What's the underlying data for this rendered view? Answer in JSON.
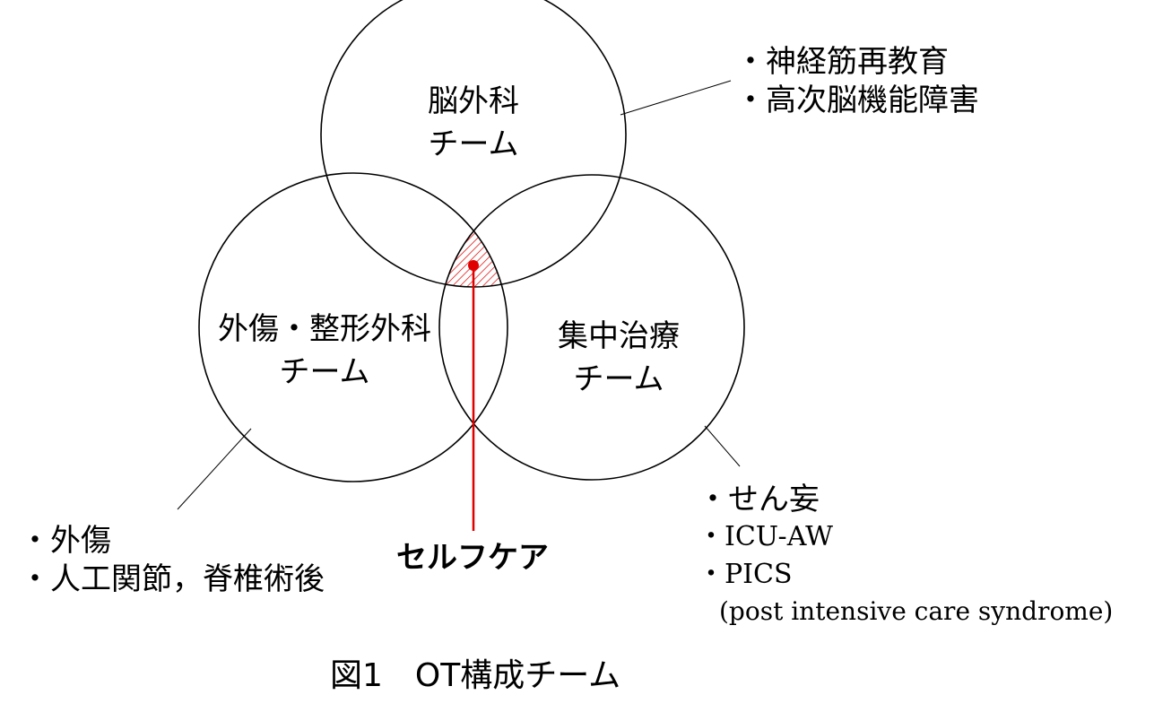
{
  "circles": {
    "top": {
      "line1": "脳外科",
      "line2": "チーム"
    },
    "left": {
      "line1": "外傷・整形外科",
      "line2": "チーム"
    },
    "right": {
      "line1": "集中治療",
      "line2": "チーム"
    }
  },
  "notes": {
    "top": [
      "・神経筋再教育",
      "・高次脳機能障害"
    ],
    "left": [
      "・外傷",
      "・人工関節，脊椎術後"
    ],
    "right": [
      "・せん妄",
      "・ICU-AW",
      "・PICS",
      "(post intensive care syndrome)"
    ]
  },
  "center_label": "セルフケア",
  "caption": "図1　OT構成チーム",
  "colors": {
    "stroke": "#000000",
    "highlight": "#e00000"
  }
}
